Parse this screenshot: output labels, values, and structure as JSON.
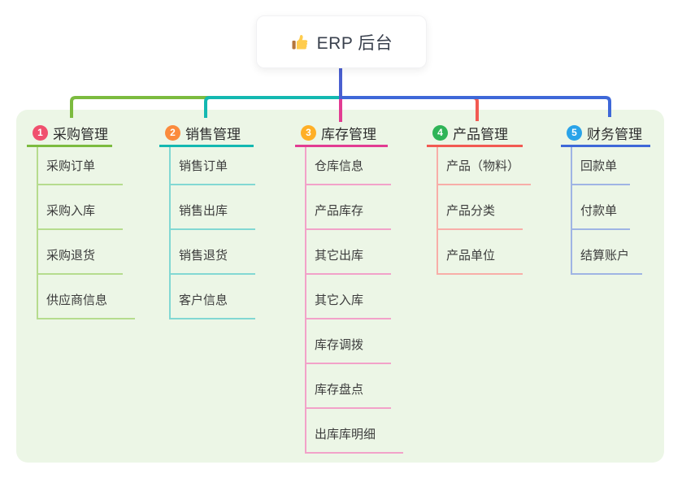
{
  "root": {
    "label": "ERP 后台",
    "icon": "thumbs-up-icon",
    "connector_color": "#4A5FD0"
  },
  "canvas": {
    "background": "#ffffff",
    "panel_background": "#ECF6E6"
  },
  "branches": [
    {
      "badge": "1",
      "label": "采购管理",
      "colors": {
        "badge": "#F0506E",
        "main": "#7CBB3F",
        "light": "#B6DC8E"
      },
      "children": [
        "采购订单",
        "采购入库",
        "采购退货",
        "供应商信息"
      ]
    },
    {
      "badge": "2",
      "label": "销售管理",
      "colors": {
        "badge": "#FB8B3D",
        "main": "#13B8B1",
        "light": "#82D8D3"
      },
      "children": [
        "销售订单",
        "销售出库",
        "销售退货",
        "客户信息"
      ]
    },
    {
      "badge": "3",
      "label": "库存管理",
      "colors": {
        "badge": "#FFAF26",
        "main": "#E23C92",
        "light": "#F2A2C9"
      },
      "children": [
        "仓库信息",
        "产品库存",
        "其它出库",
        "其它入库",
        "库存调拨",
        "库存盘点",
        "出库库明细"
      ]
    },
    {
      "badge": "4",
      "label": "产品管理",
      "colors": {
        "badge": "#2FB457",
        "main": "#F25A52",
        "light": "#F8AEA8"
      },
      "children": [
        "产品（物料）",
        "产品分类",
        "产品单位"
      ]
    },
    {
      "badge": "5",
      "label": "财务管理",
      "colors": {
        "badge": "#29A3E9",
        "main": "#3E68D8",
        "light": "#9FB4E4"
      },
      "children": [
        "回款单",
        "付款单",
        "结算账户"
      ]
    }
  ]
}
